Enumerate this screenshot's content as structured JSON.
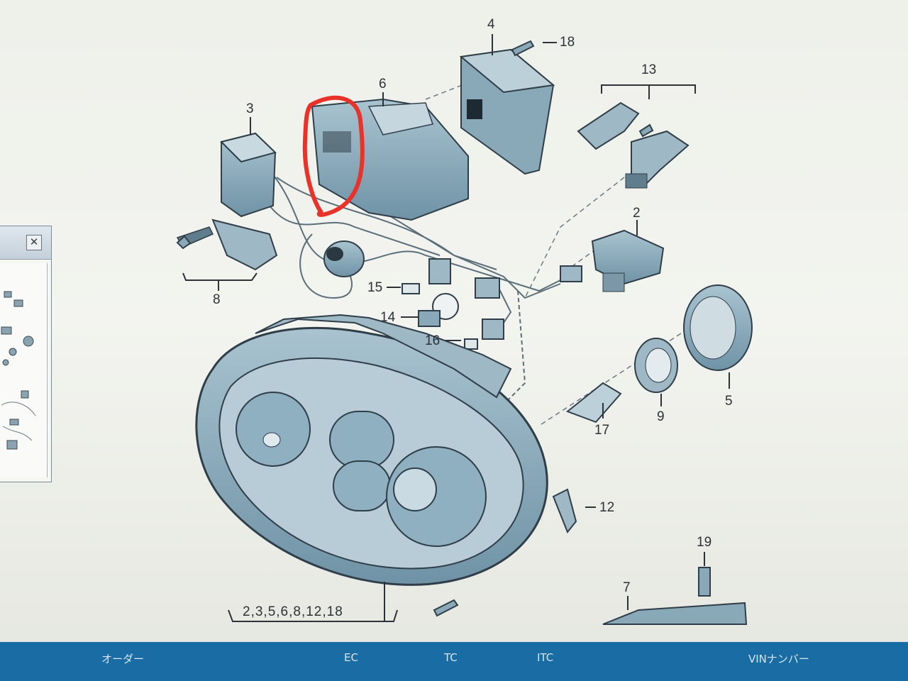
{
  "diagram": {
    "callouts": {
      "c1": "4",
      "c2": "18",
      "c3": "13",
      "c4": "6",
      "c5": "3",
      "c6": "2",
      "c7": "8",
      "c8": "15",
      "c9": "14",
      "c10": "16",
      "c11": "5",
      "c12": "9",
      "c13": "17",
      "c14": "12",
      "c15": "19",
      "c16": "7"
    },
    "group_label": "2,3,5,6,8,12,18"
  },
  "mini_window": {
    "close_symbol": "✕"
  },
  "bottom_tabs": {
    "order": "オーダー",
    "ec": "EC",
    "tc": "TC",
    "itc": "ITC",
    "vin": "VINナンバー"
  },
  "colors": {
    "highlight": "#e8322a",
    "part_fill": "#7da3b6",
    "tab_bar": "#1a6da4"
  }
}
